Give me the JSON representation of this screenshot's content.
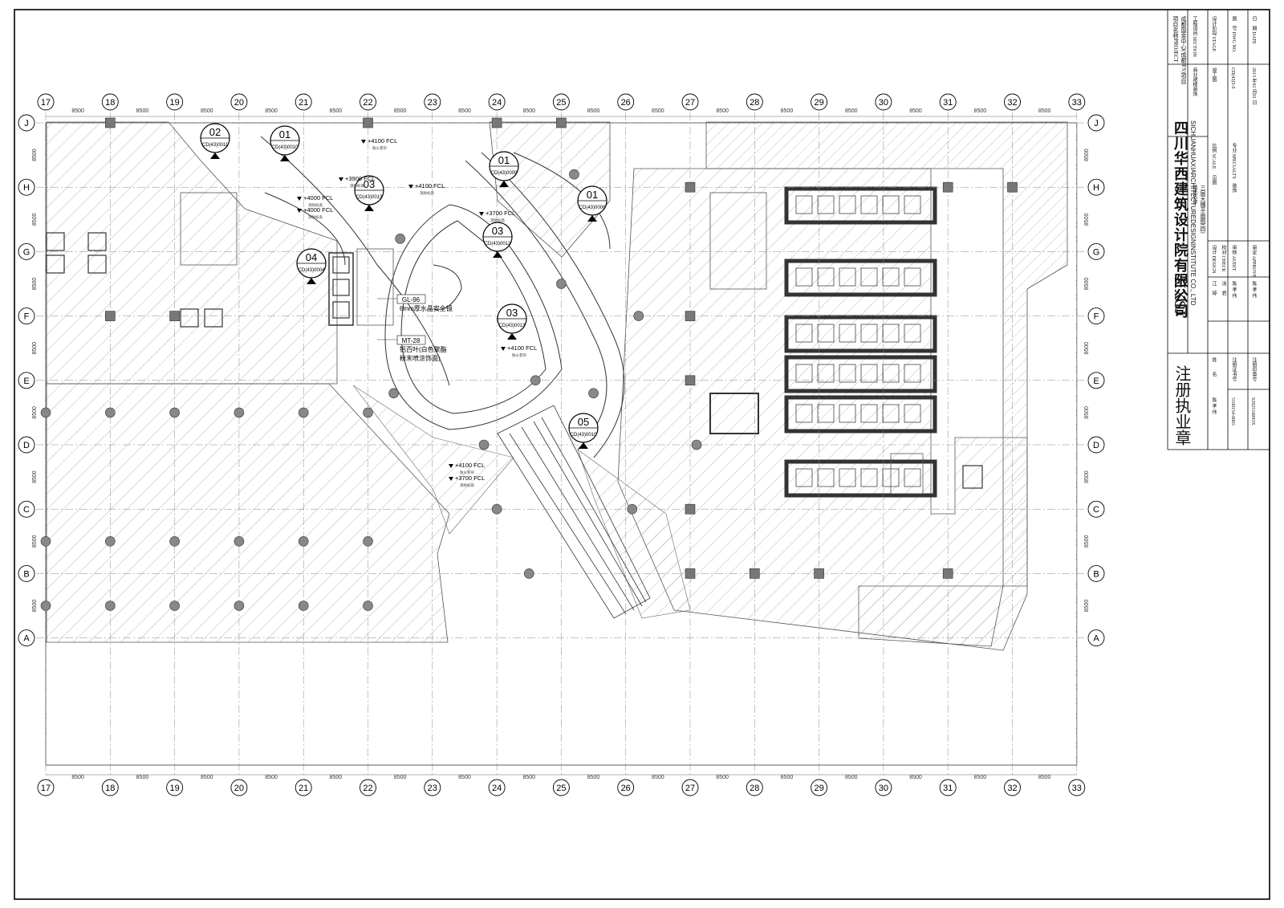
{
  "grid": {
    "columns": [
      "17",
      "18",
      "19",
      "20",
      "21",
      "22",
      "23",
      "24",
      "25",
      "26",
      "27",
      "28",
      "29",
      "30",
      "31",
      "32",
      "33"
    ],
    "rows": [
      "J",
      "H",
      "G",
      "F",
      "E",
      "D",
      "C",
      "B",
      "A"
    ],
    "bay_dim": "8500"
  },
  "callouts": [
    {
      "num": "01",
      "ref": "CD(43)0010"
    },
    {
      "num": "02",
      "ref": "CD(43)0011"
    },
    {
      "num": "03",
      "ref": "CD(43)0013"
    },
    {
      "num": "01",
      "ref": "CD(43)0009"
    },
    {
      "num": "01",
      "ref": "CD(43)0008"
    },
    {
      "num": "03",
      "ref": "CD(43)0012"
    },
    {
      "num": "04",
      "ref": "CD(43)0004"
    },
    {
      "num": "03",
      "ref": "CD(43)0013"
    },
    {
      "num": "05",
      "ref": "CD(43)0010"
    }
  ],
  "levels": [
    {
      "text": "+4100 FCL",
      "sub": "防火卷帘"
    },
    {
      "text": "+3900 FCL",
      "sub": "消防标高"
    },
    {
      "text": "+4100 FCL",
      "sub": "消防标高"
    },
    {
      "text": "+3700 FCL",
      "sub": "消防标高"
    },
    {
      "text": "+4000 FCL",
      "sub": "消防标高"
    },
    {
      "text": "+4000 FCL",
      "sub": "消防标高"
    },
    {
      "text": "+4100 FCL",
      "sub": "防火卷帘"
    },
    {
      "text": "+4100 FCL",
      "sub": "防火卷帘"
    },
    {
      "text": "+3700 FCL",
      "sub": "消防标高"
    }
  ],
  "materials": [
    {
      "code": "GL-96",
      "desc": "6mm厚水晶安全镜"
    },
    {
      "code": "MT-28",
      "desc": "铝百叶(白色聚酯",
      "desc2": "粉末喷涂饰面)"
    }
  ],
  "title_block": {
    "company_cn": "四川华西建筑设计院有限公司",
    "company_en": "SICHUANHUAXIARCHITECTUREDESIGNINSTITUTE CO., LTD",
    "logo": "HXSJ",
    "project_label": "项目名称PROJECT",
    "project_name": "成都国金中心(成都IFS)项目",
    "section_label": "工程项目 SECTION",
    "section_value": "商业裙楼装饰",
    "stage_label": "设计阶段 STAGE",
    "stage_value": "竣工图",
    "drawing_no_label": "图　号 DWG NO.",
    "drawing_no": "CD(43)3-9",
    "date_label": "日　期 DATE",
    "date_value": "2013 年01 月01 日",
    "drawing_name_label": "图纸名称:",
    "drawing_name": "三层天棚平面图(四)",
    "stamp_title": "注册执业章",
    "roles": [
      {
        "label": "设计 DESIGN",
        "name": "江　婷"
      },
      {
        "label": "校对 CHECK",
        "name": "汤　君"
      },
      {
        "label": "审核 AUDIT",
        "name": "陈 孝 伟"
      },
      {
        "label": "审定 APPROVE",
        "name": "陈 孝 伟"
      }
    ],
    "stamp_rows": [
      {
        "label": "姓　　名",
        "value": "陈 孝 伟"
      },
      {
        "label": "注册证书号",
        "value": "5100154-0065"
      },
      {
        "label": "注册印章号",
        "value": "S202510093X"
      }
    ],
    "scale_label": "比例 SCALE",
    "scale_value": "见图",
    "specialty_label": "专业 SPECIALTY",
    "specialty_value": "装饰"
  }
}
